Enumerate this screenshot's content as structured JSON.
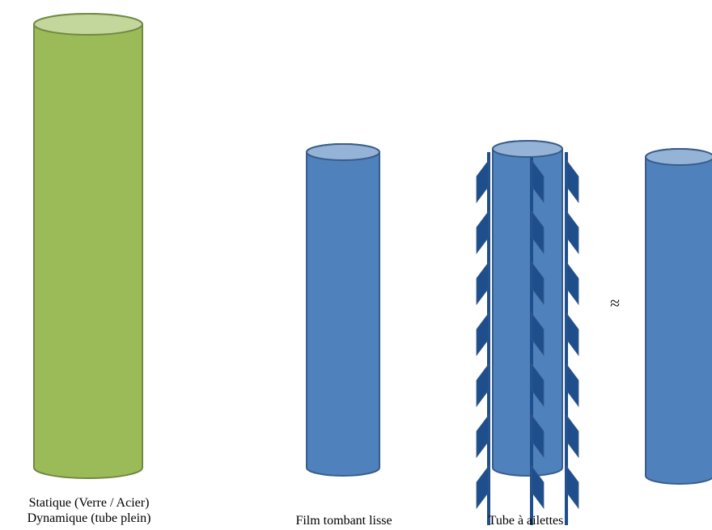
{
  "cylinders": {
    "static": {
      "caption_line1": "Statique (Verre / Acier)",
      "caption_line2": "Dynamique (tube plein)",
      "body_color": "#9BBB59",
      "top_color": "#C3D69B",
      "stroke_color": "#71893F"
    },
    "smooth_falling_film": {
      "caption": "Film tombant lisse",
      "body_color": "#4F81BD",
      "top_color": "#95B3D7",
      "stroke_color": "#385D8A"
    },
    "finned_tube": {
      "caption": "Tube à ailettes",
      "body_color": "#4F81BD",
      "top_color": "#95B3D7",
      "stroke_color": "#385D8A",
      "fin_color": "#1F4E8C"
    },
    "equivalent": {
      "body_color": "#4F81BD",
      "top_color": "#95B3D7",
      "stroke_color": "#385D8A"
    }
  },
  "approx_symbol": "≈"
}
